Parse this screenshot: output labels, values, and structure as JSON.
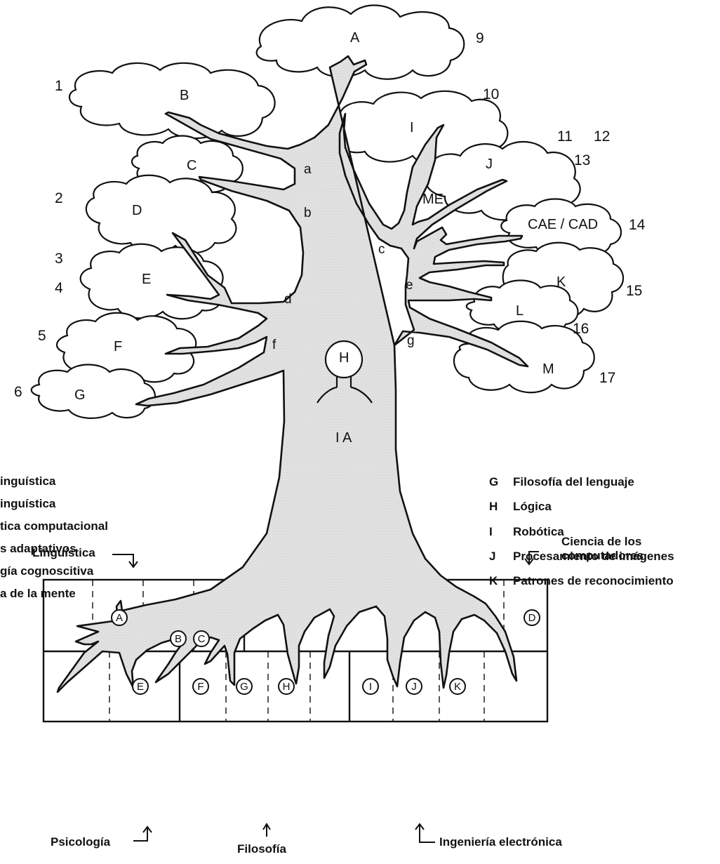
{
  "tree_labels": {
    "A": "A",
    "B": "B",
    "C": "C",
    "D": "D",
    "E": "E",
    "F": "F",
    "G": "G",
    "H": "H",
    "I": "I",
    "J": "J",
    "K": "K",
    "L": "L",
    "M": "M",
    "ME": "ME",
    "CAE_CAD": "CAE / CAD",
    "IA": "I A",
    "a": "a",
    "b": "b",
    "c": "c",
    "d": "d",
    "e": "e",
    "f": "f",
    "g": "g"
  },
  "numbers": {
    "n1": "1",
    "n2": "2",
    "n3": "3",
    "n4": "4",
    "n5": "5",
    "n6": "6",
    "n9": "9",
    "n10": "10",
    "n11": "11",
    "n12": "12",
    "n13": "13",
    "n14": "14",
    "n15": "15",
    "n16": "16",
    "n17": "17"
  },
  "legend_left": [
    {
      "key": "",
      "label": "inguística"
    },
    {
      "key": "",
      "label": "inguística"
    },
    {
      "key": "",
      "label": "tica computacional"
    },
    {
      "key": "",
      "label": "s adaptativos"
    },
    {
      "key": "",
      "label": "gía cognoscitiva"
    },
    {
      "key": "",
      "label": "a de la mente"
    }
  ],
  "legend_right": [
    {
      "key": "G",
      "label": "Filosofía del lenguaje"
    },
    {
      "key": "H",
      "label": "Lógica"
    },
    {
      "key": "I",
      "label": "Robótica"
    },
    {
      "key": "J",
      "label": "Procesamiento de imágenes"
    },
    {
      "key": "K",
      "label": "Patrones de reconocimiento"
    }
  ],
  "disciplines": {
    "linguistica": "Linguística",
    "ciencia_1": "Ciencia de los",
    "ciencia_2": "computadores",
    "psicologia": "Psicología",
    "filosofia": "Filosofía",
    "ingenieria": "Ingeniería electrónica"
  },
  "root_labels": {
    "A": "A",
    "B": "B",
    "C": "C",
    "D": "D",
    "E": "E",
    "F": "F",
    "G": "G",
    "H": "H",
    "I": "I",
    "J": "J",
    "K": "K"
  }
}
